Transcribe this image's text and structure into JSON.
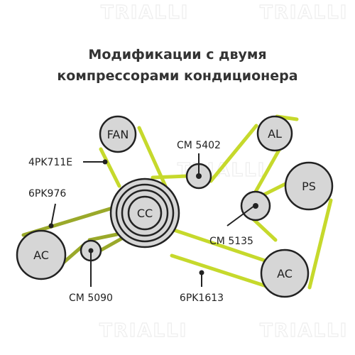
{
  "watermark": "TRIALLI",
  "title_line1": "Модификации с двумя",
  "title_line2": "компрессорами кондиционера",
  "pulleys": {
    "fan": "FAN",
    "cc": "CC",
    "al": "AL",
    "ps": "PS",
    "ac_left": "AC",
    "ac_right": "AC"
  },
  "labels": {
    "cm5402": "CM 5402",
    "cm5135": "CM 5135",
    "cm5090": "CM 5090",
    "belt_4pk711e": "4PK711E",
    "belt_6pk976": "6PK976",
    "belt_6pk1613": "6PK1613"
  },
  "colors": {
    "belt_main": "#c6d92c",
    "belt_secondary": "#9aa92a",
    "pulley_fill": "#d6d6d6",
    "outline": "#222222"
  }
}
